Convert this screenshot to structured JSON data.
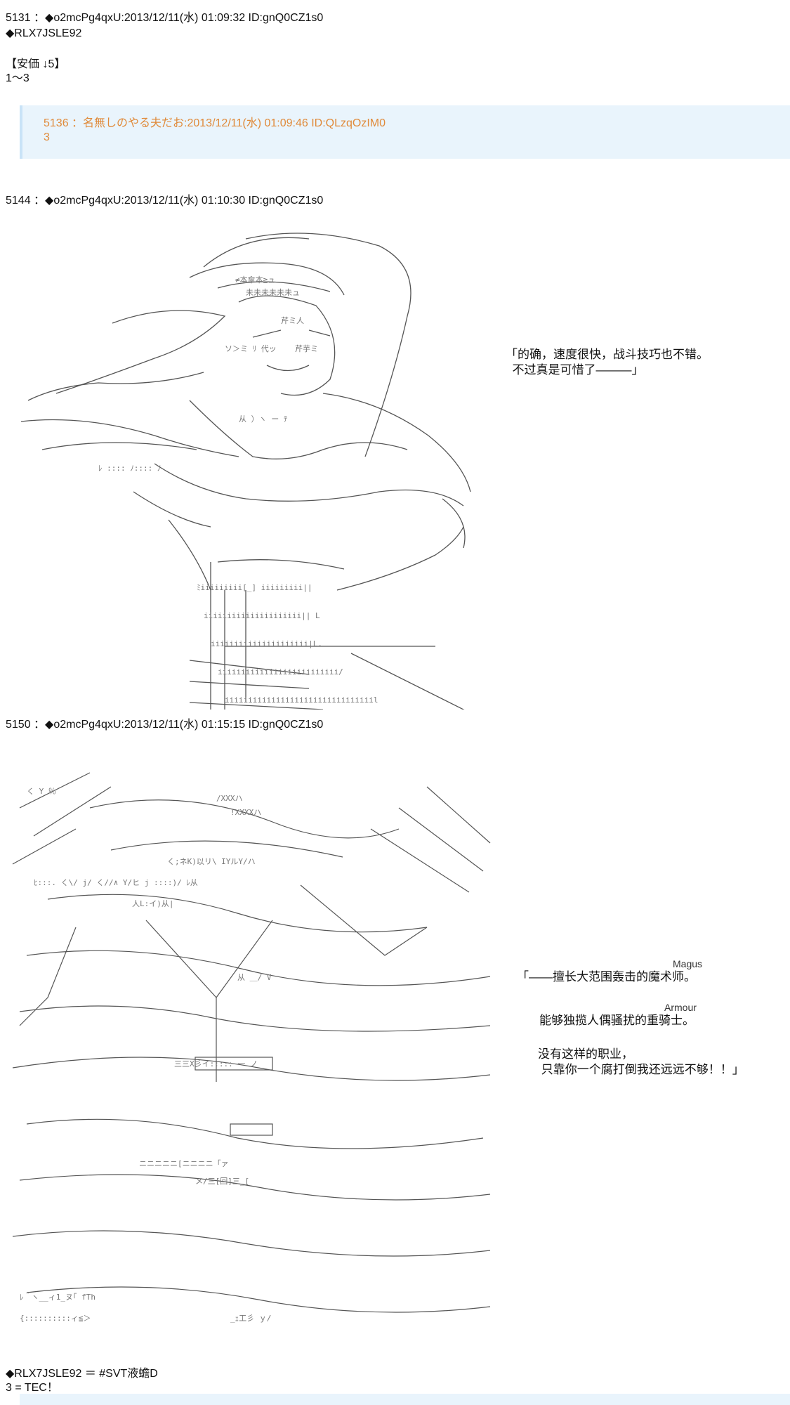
{
  "posts": [
    {
      "header": "5131 ：◆o2mcPg4qxU:2013/12/11(水) 01:09:32 ID:gnQ0CZ1s0",
      "lines": [
        "◆RLX7JSLE92",
        "",
        "【安価 ↓5】",
        "1～3"
      ]
    },
    {
      "header": "5144 ：◆o2mcPg4qxU:2013/12/11(水) 01:10:30 ID:gnQ0CZ1s0"
    },
    {
      "header": "5150 ：◆o2mcPg4qxU:2013/12/11(水) 01:15:15 ID:gnQ0CZ1s0",
      "footer_lines": [
        "◆RLX7JSLE92 ＝ #SVT液蟾D",
        "3 = TEC！"
      ]
    }
  ],
  "quote": {
    "header": "5136 ：名無しのやる夫だお:2013/12/11(水) 01:09:46 ID:QLzqOzIM0",
    "body": "3"
  },
  "art1": {
    "caption_line1": "「的确，速度很快，战斗技巧也不错。",
    "caption_line2": "  不过真是可惜了———」"
  },
  "art2": {
    "label_magus": "Magus",
    "caption_magus": "「——擅长大范围轰击的魔术师。",
    "label_armour": "Armour",
    "caption_armour": "能够独揽人偶骚扰的重骑士。",
    "caption_end1": "没有这样的职业，",
    "caption_end2": " 只靠你一个腐打倒我还远远不够！！」"
  },
  "colors": {
    "quote_bg": "#e9f4fc",
    "quote_text": "#e08a3a"
  }
}
